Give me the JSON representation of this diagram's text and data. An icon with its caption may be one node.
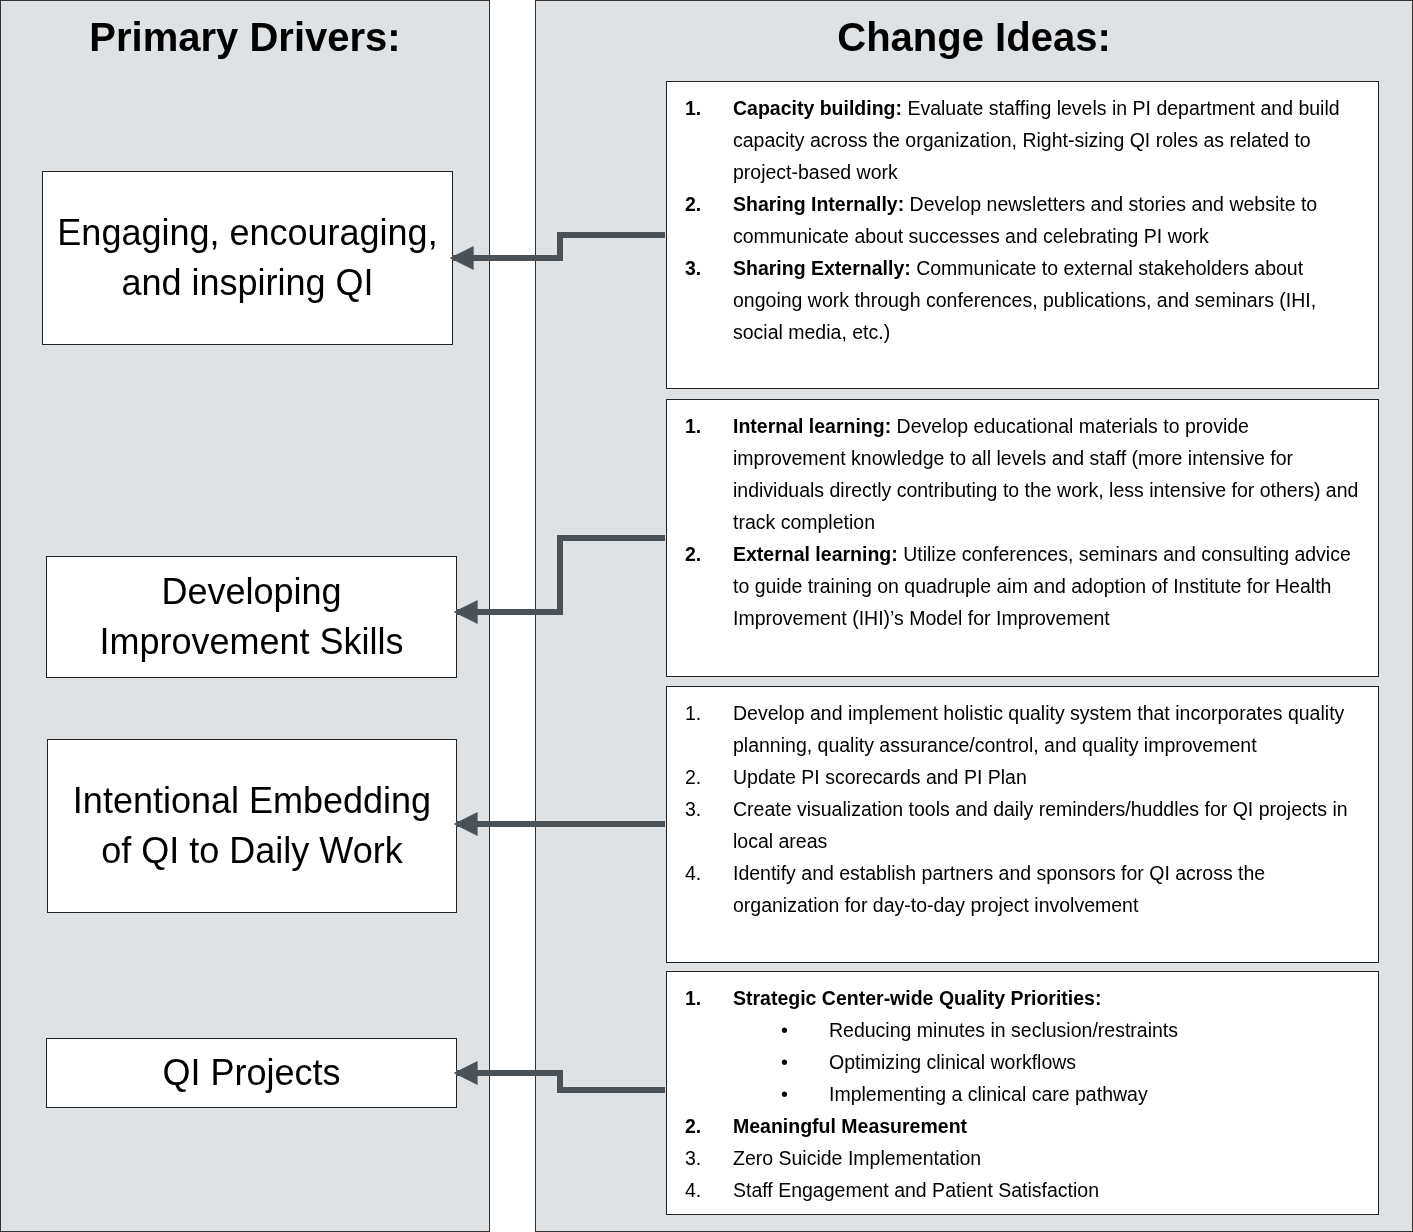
{
  "diagram": {
    "nodes": [
      {
        "text": [
          "Primary Drivers:"
        ]
      },
      {
        "text": [
          "Engaging, encouraging, and inspiring QI"
        ],
        "in": 0
      },
      {
        "text": [
          "Developing Improvement Skills"
        ],
        "in": 0
      },
      {
        "text": [
          "Intentional Embedding of QI to Daily Work"
        ],
        "in": 0
      },
      {
        "text": [
          "QI Projects"
        ],
        "in": 0
      },
      {
        "text": [
          "Change Ideas:"
        ]
      },
      {
        "text": [
          "**1.** **Capacity building:** Evaluate staffing levels in PI department and build capacity across the organization, Right-sizing QI roles as related to project-based work",
          "**2.** **Sharing Internally:** Develop newsletters and stories and website to communicate about successes and celebrating PI work",
          "**3.** **Sharing Externally:** Communicate to external stakeholders about ongoing work through conferences, publications, and seminars (IHI, social media, etc.)"
        ],
        "in": 5
      },
      {
        "text": [
          "**1.** **Internal learning:** Develop educational materials to provide improvement knowledge to all levels and staff (more intensive for individuals directly contributing to the work, less intensive for others) and track completion",
          "**2.** **External learning:** Utilize conferences, seminars and consulting advice to guide training on quadruple aim and adoption of Institute for Health Improvement (IHI)’s Model for Improvement"
        ],
        "in": 5
      },
      {
        "text": [
          "1. Develop and implement holistic quality system that incorporates quality planning, quality assurance/control, and quality improvement",
          "2. Update PI scorecards and PI Plan",
          "3. Create visualization tools and daily reminders/huddles for QI projects in local areas",
          "4. Identify and establish partners and sponsors for QI across the organization for day-to-day project involvement"
        ],
        "in": 5
      },
      {
        "text": [
          "**1.** **Strategic Center-wide Quality Priorities:**",
          "• Reducing minutes in seclusion/restraints",
          "• Optimizing clinical workflows",
          "• Implementing a clinical care pathway",
          "**2.** **Meaningful Measurement**",
          "3. Zero Suicide Implementation",
          "4. Staff Engagement and Patient Satisfaction"
        ],
        "in": 5
      }
    ],
    "edges": [
      {
        "from": 6,
        "to": 1,
        "arrow": "to"
      },
      {
        "from": 7,
        "to": 2,
        "arrow": "to"
      },
      {
        "from": 8,
        "to": 3,
        "arrow": "to"
      },
      {
        "from": 9,
        "to": 4,
        "arrow": "to"
      }
    ]
  }
}
